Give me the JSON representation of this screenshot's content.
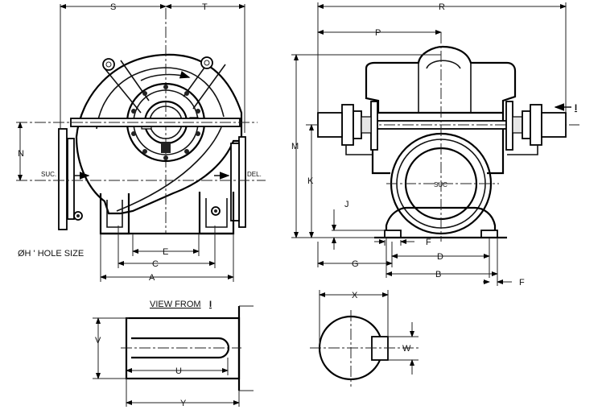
{
  "dims": {
    "S": "S",
    "T": "T",
    "R": "R",
    "P": "P",
    "N": "N",
    "M": "M",
    "K": "K",
    "J": "J",
    "E": "E",
    "C": "C",
    "A": "A",
    "G": "G",
    "D": "D",
    "B": "B",
    "F": "F",
    "X": "X",
    "W": "W",
    "V": "V",
    "U": "U",
    "Y": "Y",
    "I": "I"
  },
  "labels": {
    "suc_left": "SUC.",
    "del": "DEL.",
    "suc_front": "SUC",
    "hole_size": "ØH ' HOLE SIZE",
    "view_from": "VIEW FROM",
    "view_marker": "I"
  }
}
